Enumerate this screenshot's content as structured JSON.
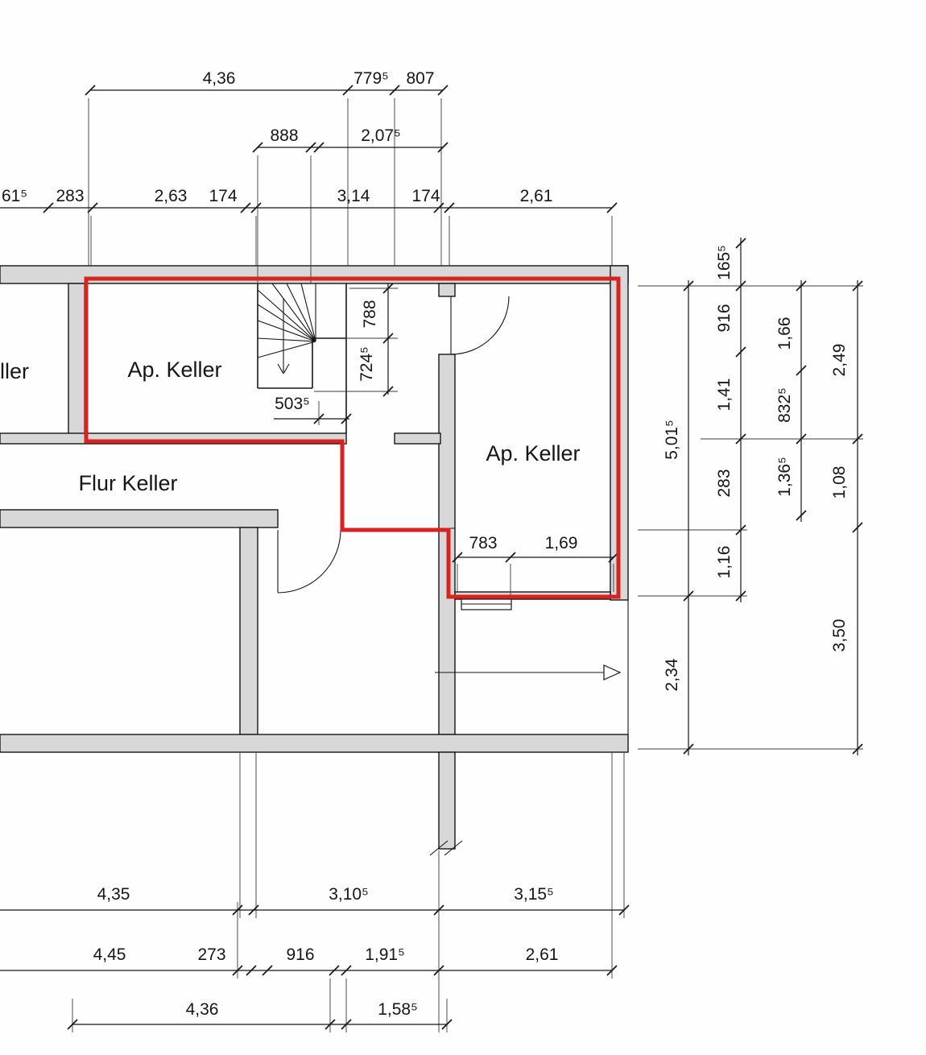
{
  "colors": {
    "highlight": "#d9231f",
    "wall": "#d8d8d8",
    "ink": "#161616"
  },
  "rooms": {
    "ap_left": "Ap. Keller",
    "ap_right": "Ap. Keller",
    "flur": "Flur Keller",
    "partial_left": "ller"
  },
  "dims": {
    "top1": [
      "4,36",
      "779⁵",
      "807"
    ],
    "top2": [
      "888",
      "2,07⁵"
    ],
    "top3": [
      "61⁵",
      "283",
      "2,63",
      "174",
      "3,14",
      "174",
      "2,61"
    ],
    "stair": [
      "788",
      "724⁵",
      "503⁵"
    ],
    "door": [
      "783",
      "1,69"
    ],
    "right_a": [
      "5,01⁵",
      "2,34"
    ],
    "right_b": [
      "165⁵",
      "916",
      "1,41",
      "283",
      "1,16"
    ],
    "right_c": [
      "1,66",
      "832⁵",
      "1,36⁵"
    ],
    "right_d": [
      "2,49",
      "1,08",
      "3,50"
    ],
    "bottom1": [
      "4,35",
      "3,10⁵",
      "3,15⁵"
    ],
    "bottom2": [
      "4,45",
      "273",
      "916",
      "1,91⁵",
      "2,61"
    ],
    "bottom3": [
      "4,36",
      "1,58⁵"
    ]
  }
}
